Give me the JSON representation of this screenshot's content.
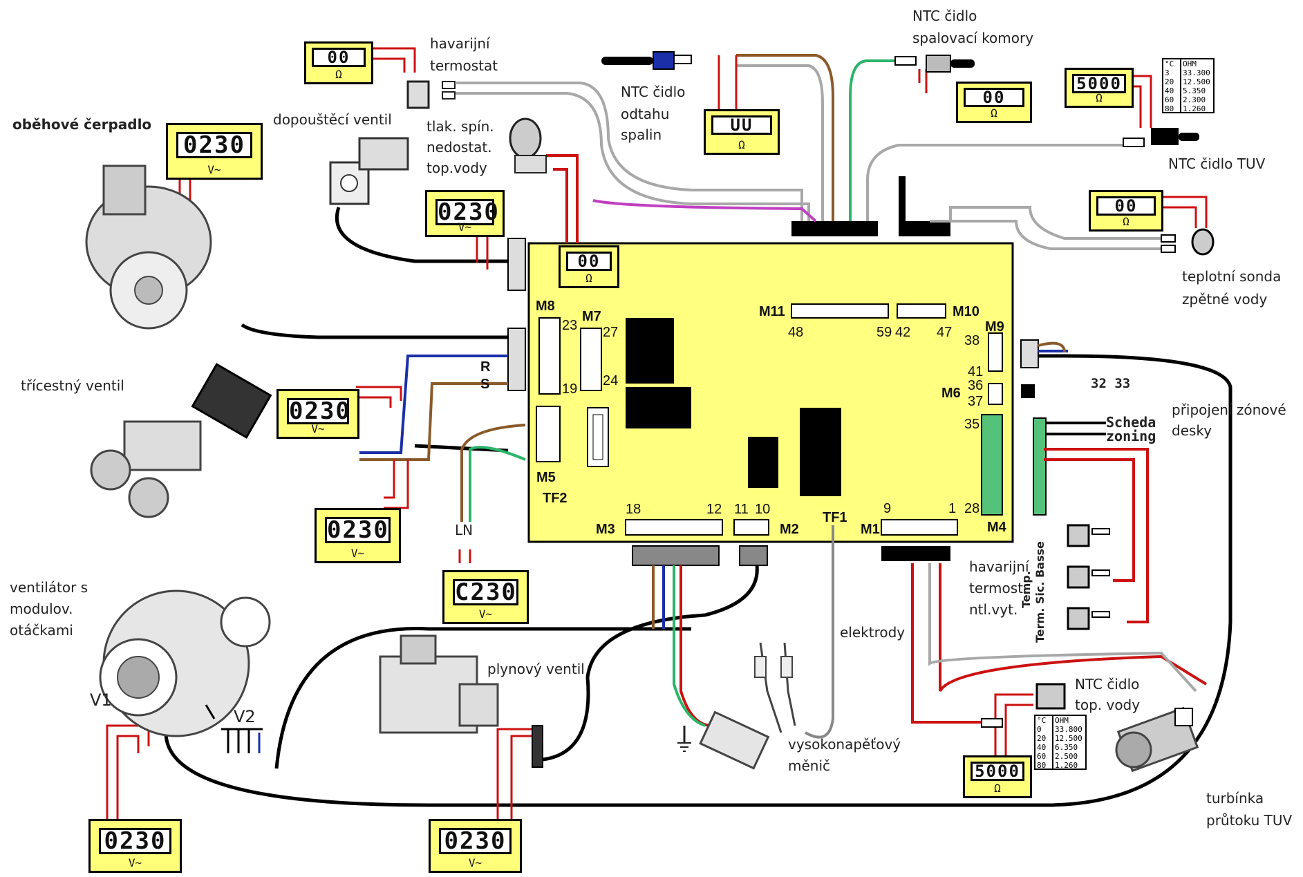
{
  "labels": {
    "pump": "oběhové čerpadlo",
    "filling_valve": "dopouštěcí ventil",
    "emergency_thermostat_1": "havarijní",
    "emergency_thermostat_2": "termostat",
    "pressure_switch_1": "tlak. spín.",
    "pressure_switch_2": "nedostat.",
    "pressure_switch_3": "top.vody",
    "ntc_flue_1": "NTC čidlo",
    "ntc_flue_2": "odtahu",
    "ntc_flue_3": "spalin",
    "ntc_chamber_1": "NTC čidlo",
    "ntc_chamber_2": "spalovací komory",
    "ntc_dhw": "NTC čidlo TUV",
    "return_probe_1": "teplotní sonda",
    "return_probe_2": "zpětné vody",
    "three_way_valve": "třícestný ventil",
    "fan_1": "ventilátor s",
    "fan_2": "modulov.",
    "fan_3": "otáčkami",
    "gas_valve": "plynový ventil",
    "electrodes": "elektrody",
    "hv_1": "vysokonapěťový",
    "hv_2": "měnič",
    "emergency_low_1": "havarijní",
    "emergency_low_2": "termost.",
    "emergency_low_3": "ntl.vyt.",
    "ntc_heating_1": "NTC čidlo",
    "ntc_heating_2": "top. vody",
    "turbine_1": "turbínka",
    "turbine_2": "průtoku TUV",
    "zone_1": "připojení zónové",
    "zone_2": "desky",
    "scheda": "Scheda",
    "zoning": "zoning",
    "temp_vertical": "Temp.",
    "term_vertical": "Term. Sic. Basse",
    "v1": "V1",
    "v2": "V2",
    "ln": "LN"
  },
  "connectors": {
    "m1": "M1",
    "m2": "M2",
    "m3": "M3",
    "m4": "M4",
    "m5": "M5",
    "m6": "M6",
    "m7": "M7",
    "m8": "M8",
    "m9": "M9",
    "m10": "M10",
    "m11": "M11",
    "tf1": "TF1",
    "tf2": "TF2",
    "r": "R",
    "s": "S"
  },
  "pins": {
    "p23": "23",
    "p19": "19",
    "p27": "27",
    "p24": "24",
    "p48": "48",
    "p59": "59",
    "p42": "42",
    "p47": "47",
    "p38": "38",
    "p41": "41",
    "p36": "36",
    "p37": "37",
    "p35": "35",
    "p28": "28",
    "p9": "9",
    "p1": "1",
    "p18": "18",
    "p12": "12",
    "p11": "11",
    "p10": "10",
    "p32": "32",
    "p33": "33"
  },
  "meters": {
    "emerg_thermostat": {
      "value": "00",
      "unit": "Ω"
    },
    "ntc_flue": {
      "value": "UU",
      "unit": "Ω"
    },
    "ntc_chamber": {
      "value": "00",
      "unit": "Ω"
    },
    "ntc_dhw": {
      "value": "5000",
      "unit": "Ω"
    },
    "return_probe": {
      "value": "00",
      "unit": "Ω"
    },
    "pump": {
      "value": "0230",
      "unit": "V~"
    },
    "filling_valve": {
      "value": "0230",
      "unit": "V~"
    },
    "pressure_switch": {
      "value": "00",
      "unit": "Ω"
    },
    "three_way_1": {
      "value": "0230",
      "unit": "V~"
    },
    "three_way_2": {
      "value": "0230",
      "unit": "V~"
    },
    "supply": {
      "value": "C230",
      "unit": "V~"
    },
    "fan": {
      "value": "0230",
      "unit": "V~"
    },
    "gas_valve": {
      "value": "0230",
      "unit": "V~"
    },
    "ntc_heating": {
      "value": "5000",
      "unit": "Ω"
    }
  },
  "ohm_table_dhw": {
    "headers": [
      "°C",
      "OHM"
    ],
    "rows": [
      [
        "3",
        "33.300"
      ],
      [
        "20",
        "12.500"
      ],
      [
        "40",
        "5.350"
      ],
      [
        "60",
        "2.300"
      ],
      [
        "80",
        "1.260"
      ]
    ]
  },
  "ohm_table_heating": {
    "headers": [
      "°C",
      "OHM"
    ],
    "rows": [
      [
        "0",
        "33.800"
      ],
      [
        "20",
        "12.500"
      ],
      [
        "40",
        "6.350"
      ],
      [
        "60",
        "2.500"
      ],
      [
        "80",
        "1.260"
      ]
    ]
  },
  "colors": {
    "board": "#ffff80",
    "meter": "#ffff7a",
    "wire_red": "#cc1111",
    "wire_brown": "#8a5a2b",
    "wire_blue": "#1a2fa8",
    "wire_gray": "#a8a8a8",
    "wire_green": "#2bb56a",
    "wire_magenta": "#c040c0",
    "wire_black": "#000000"
  }
}
